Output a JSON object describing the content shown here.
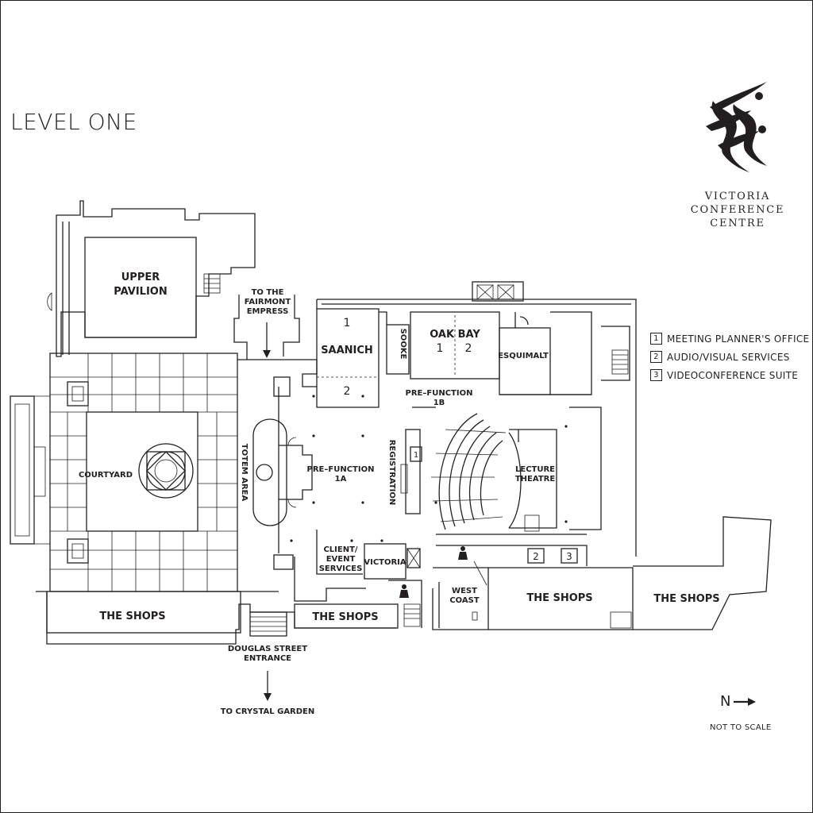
{
  "title": "LEVEL ONE",
  "brand": {
    "lines": [
      "VICTORIA",
      "CONFERENCE",
      "CENTRE"
    ],
    "logo_icon": "dancing-figures-logo-icon"
  },
  "legend": [
    {
      "num": "1",
      "label": "MEETING PLANNER'S OFFICE"
    },
    {
      "num": "2",
      "label": "AUDIO/VISUAL SERVICES"
    },
    {
      "num": "3",
      "label": "VIDEOCONFERENCE SUITE"
    }
  ],
  "labels": {
    "upper_pavilion_1": "UPPER",
    "upper_pavilion_2": "PAVILION",
    "fairmont_1": "TO THE",
    "fairmont_2": "FAIRMONT",
    "fairmont_3": "EMPRESS",
    "saanich": "SAANICH",
    "saanich_1": "1",
    "saanich_2": "2",
    "sooke": "SOOKE",
    "oak_bay": "OAK BAY",
    "oak_bay_1": "1",
    "oak_bay_2": "2",
    "esquimalt": "ESQUIMALT",
    "prefunction_1b_1": "PRE–FUNCTION",
    "prefunction_1b_2": "1B",
    "courtyard": "COURTYARD",
    "totem_area": "TOTEM AREA",
    "prefunction_1a_1": "PRE–FUNCTION",
    "prefunction_1a_2": "1A",
    "registration": "REGISTRATION",
    "lecture_1": "LECTURE",
    "lecture_2": "THEATRE",
    "client_1": "CLIENT/",
    "client_2": "EVENT",
    "client_3": "SERVICES",
    "victoria": "VICTORIA",
    "west_coast_1": "WEST",
    "west_coast_2": "COAST",
    "shops_1": "THE SHOPS",
    "shops_2": "THE SHOPS",
    "shops_3": "THE SHOPS",
    "shops_4": "THE SHOPS",
    "douglas_1": "DOUGLAS STREET",
    "douglas_2": "ENTRANCE",
    "crystal_garden": "TO CRYSTAL GARDEN",
    "map_num_1": "1",
    "map_num_2": "2",
    "map_num_3": "3"
  },
  "north_label": "N",
  "scale_note": "NOT TO SCALE"
}
